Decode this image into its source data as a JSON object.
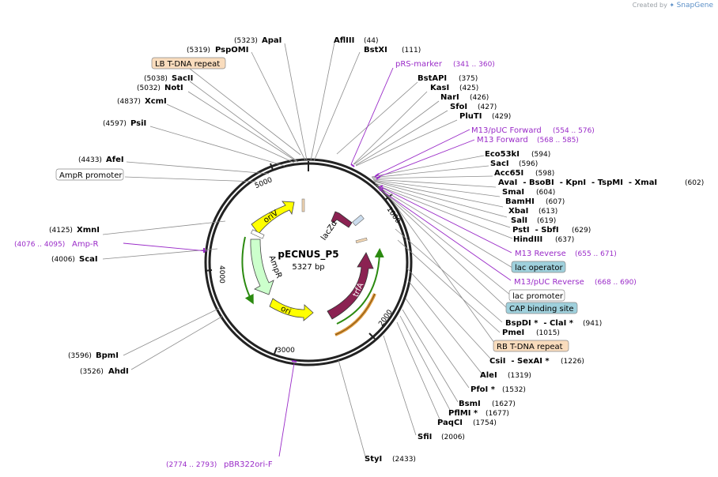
{
  "credit": {
    "created_by": "Created by",
    "brand": "SnapGene"
  },
  "plasmid": {
    "name": "pECNUS_P5",
    "size": "5327 bp",
    "ticks": [
      "1000",
      "2000",
      "3000",
      "4000",
      "5000"
    ]
  },
  "enzymes": [
    {
      "name": "ApaI",
      "pos": "(5323)"
    },
    {
      "name": "PspOMI",
      "pos": "(5319)"
    },
    {
      "name": "AflIII",
      "pos": "(44)"
    },
    {
      "name": "BstXI",
      "pos": "(111)"
    },
    {
      "name": "SacII",
      "pos": "(5038)"
    },
    {
      "name": "NotI",
      "pos": "(5032)"
    },
    {
      "name": "XcmI",
      "pos": "(4837)"
    },
    {
      "name": "PsiI",
      "pos": "(4597)"
    },
    {
      "name": "AfeI",
      "pos": "(4433)"
    },
    {
      "name": "XmnI",
      "pos": "(4125)"
    },
    {
      "name": "ScaI",
      "pos": "(4006)"
    },
    {
      "name": "BpmI",
      "pos": "(3596)"
    },
    {
      "name": "AhdI",
      "pos": "(3526)"
    },
    {
      "name": "BstAPI",
      "pos": "(375)"
    },
    {
      "name": "KasI",
      "pos": "(425)"
    },
    {
      "name": "NarI",
      "pos": "(426)"
    },
    {
      "name": "SfoI",
      "pos": "(427)"
    },
    {
      "name": "PluTI",
      "pos": "(429)"
    },
    {
      "name": "Eco53kI",
      "pos": "(594)"
    },
    {
      "name": "SacI",
      "pos": "(596)"
    },
    {
      "name": "Acc65I",
      "pos": "(598)"
    },
    {
      "name": "AvaI  - BsoBI  - KpnI  - TspMI  - XmaI",
      "pos": "(602)"
    },
    {
      "name": "SmaI",
      "pos": "(604)"
    },
    {
      "name": "BamHI",
      "pos": "(607)"
    },
    {
      "name": "XbaI",
      "pos": "(613)"
    },
    {
      "name": "SalI",
      "pos": "(619)"
    },
    {
      "name": "PstI  - SbfI",
      "pos": "(629)"
    },
    {
      "name": "HindIII",
      "pos": "(637)"
    },
    {
      "name": "BspDI *  - ClaI *",
      "pos": "(941)"
    },
    {
      "name": "PmeI",
      "pos": "(1015)"
    },
    {
      "name": "CsiI  - SexAI *",
      "pos": "(1226)"
    },
    {
      "name": "AleI",
      "pos": "(1319)"
    },
    {
      "name": "PfoI *",
      "pos": "(1532)"
    },
    {
      "name": "BsmI",
      "pos": "(1627)"
    },
    {
      "name": "PflMI *",
      "pos": "(1677)"
    },
    {
      "name": "PaqCI",
      "pos": "(1754)"
    },
    {
      "name": "SfiI",
      "pos": "(2006)"
    },
    {
      "name": "StyI",
      "pos": "(2433)"
    }
  ],
  "primers": [
    {
      "name": "pRS-marker",
      "pos": "(341 .. 360)"
    },
    {
      "name": "M13/pUC Forward",
      "pos": "(554 .. 576)"
    },
    {
      "name": "M13 Forward",
      "pos": "(568 .. 585)"
    },
    {
      "name": "M13 Reverse",
      "pos": "(655 .. 671)"
    },
    {
      "name": "M13/pUC Reverse",
      "pos": "(668 .. 690)"
    },
    {
      "name": "Amp-R",
      "pos": "(4076 .. 4095)"
    },
    {
      "name": "pBR322ori-F",
      "pos": "(2774 .. 2793)"
    }
  ],
  "feature_boxes": [
    {
      "name": "LB T-DNA repeat",
      "color": "#f9dcbd"
    },
    {
      "name": "AmpR promoter",
      "color": "#ffffff"
    },
    {
      "name": "lac operator",
      "color": "#9fd0dc"
    },
    {
      "name": "lac promoter",
      "color": "#ffffff"
    },
    {
      "name": "CAP binding site",
      "color": "#9fd0dc"
    },
    {
      "name": "RB T-DNA repeat",
      "color": "#f9dcbd"
    }
  ],
  "features": [
    {
      "name": "oriV",
      "color": "#ffff00"
    },
    {
      "name": "AmpR",
      "color": "#ccffcc"
    },
    {
      "name": "ori",
      "color": "#ffff00"
    },
    {
      "name": "lacZα",
      "color": "#8b2252"
    },
    {
      "name": "trfA",
      "color": "#8b2252"
    }
  ],
  "colors": {
    "primer": "#9a2bc8",
    "backbone": "#222222",
    "promoter_orange": "#e09a3e",
    "green_arrow": "#2b8a10"
  }
}
